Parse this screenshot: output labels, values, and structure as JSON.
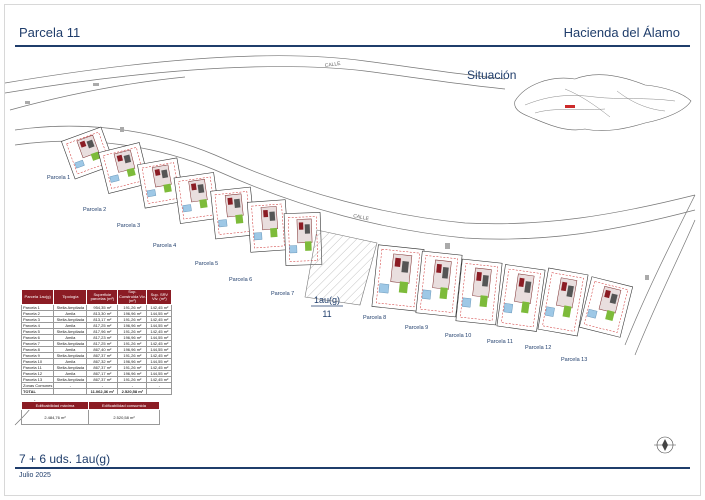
{
  "header": {
    "title_left": "Parcela 11",
    "title_right": "Hacienda del Álamo"
  },
  "situation_label": "Situación",
  "street_labels": [
    "CALLE",
    "CALLE"
  ],
  "parcel_labels": [
    "Parcela 1",
    "Parcela 2",
    "Parcela 3",
    "Parcela 4",
    "Parcela 5",
    "Parcela 6",
    "Parcela 7",
    "Parcela 8",
    "Parcela 9",
    "Parcela 10",
    "Parcela 11",
    "Parcela 12",
    "Parcela 13"
  ],
  "zone": {
    "label_top": "1au(g)",
    "label_bottom": "11"
  },
  "table": {
    "headers": [
      "Parcela 1au(g)",
      "Tipología",
      "Superficie parcelas (m²)",
      "Sup. Construida Viv. (m²)",
      "Sup. SRV Viv. (m²)"
    ],
    "rows": [
      [
        "Parcela 1",
        "Stella Ampliada",
        "954,35 m²",
        "191,26 m²",
        "142,45 m²"
      ],
      [
        "Parcela 2",
        "Amila",
        "813,30 m²",
        "196,96 m²",
        "144,55 m²"
      ],
      [
        "Parcela 3",
        "Stella Ampliada",
        "813,17 m²",
        "191,26 m²",
        "142,45 m²"
      ],
      [
        "Parcela 4",
        "Amila",
        "817,25 m²",
        "196,96 m²",
        "144,55 m²"
      ],
      [
        "Parcela 5",
        "Stella Ampliada",
        "817,96 m²",
        "191,26 m²",
        "142,45 m²"
      ],
      [
        "Parcela 6",
        "Amila",
        "817,23 m²",
        "196,96 m²",
        "144,55 m²"
      ],
      [
        "Parcela 7",
        "Stella Ampliada",
        "817,25 m²",
        "191,26 m²",
        "142,45 m²"
      ],
      [
        "Parcela 8",
        "Amila",
        "867,40 m²",
        "196,96 m²",
        "144,55 m²"
      ],
      [
        "Parcela 9",
        "Stella Ampliada",
        "867,37 m²",
        "191,26 m²",
        "142,45 m²"
      ],
      [
        "Parcela 10",
        "Amila",
        "867,32 m²",
        "196,96 m²",
        "144,55 m²"
      ],
      [
        "Parcela 11",
        "Stella Ampliada",
        "867,37 m²",
        "191,26 m²",
        "142,45 m²"
      ],
      [
        "Parcela 12",
        "Amila",
        "867,17 m²",
        "196,96 m²",
        "144,55 m²"
      ],
      [
        "Parcela 13",
        "Stella Ampliada",
        "867,37 m²",
        "191,26 m²",
        "142,45 m²"
      ],
      [
        "Zonas Comunes",
        "-",
        "-",
        "-",
        "-"
      ]
    ],
    "total": [
      "TOTAL",
      "",
      "11.062,36 m²",
      "2.520,58 m²",
      ""
    ]
  },
  "edif_table": {
    "headers": [
      "Edificabilidad máxima",
      "Edificabilidad consumida"
    ],
    "values": [
      "2.484,76 m²",
      "2.520,58 m²"
    ]
  },
  "footer": {
    "main": "7 + 6 uds. 1au(g)",
    "date": "Julio 2025"
  },
  "colors": {
    "navy": "#1f3d6b",
    "table_header": "#8b1c24",
    "green": "#7dbb3a",
    "red_line": "#cc2a2a",
    "pool": "#9ec8e6"
  }
}
